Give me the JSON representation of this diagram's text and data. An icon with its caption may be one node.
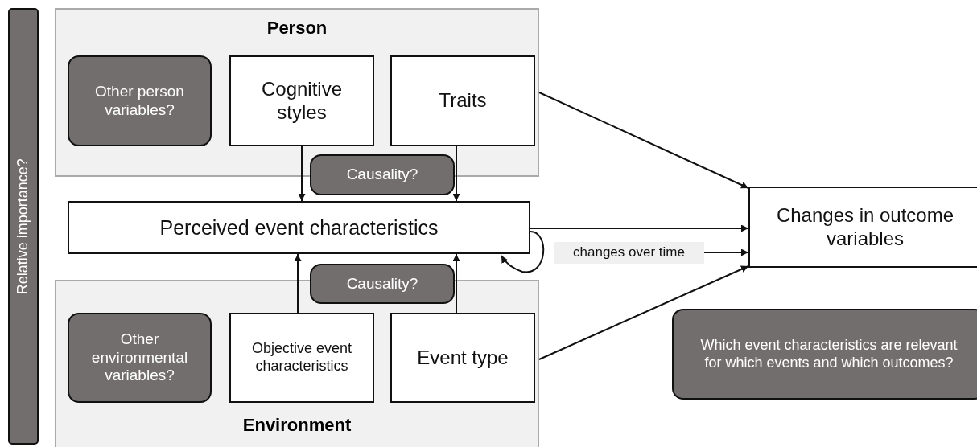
{
  "diagram": {
    "nodes": [
      {
        "text": [
          "Relative importance?"
        ]
      },
      {
        "text": [
          "Person"
        ]
      },
      {
        "text": [
          "Other person variables?"
        ],
        "in": 1
      },
      {
        "text": [
          "Cognitive styles"
        ],
        "in": 1
      },
      {
        "text": [
          "Traits"
        ],
        "in": 1
      },
      {
        "text": [
          "Causality?"
        ]
      },
      {
        "text": [
          "Perceived event characteristics"
        ]
      },
      {
        "text": [
          "Causality?"
        ]
      },
      {
        "text": [
          "Environment"
        ]
      },
      {
        "text": [
          "Other environmental variables?"
        ],
        "in": 8
      },
      {
        "text": [
          "Objective event characteristics"
        ],
        "in": 8
      },
      {
        "text": [
          "Event type"
        ],
        "in": 8
      },
      {
        "text": [
          "Changes in outcome variables"
        ]
      },
      {
        "text": [
          "Which event characteristics are relevant for which events and which outcomes?"
        ]
      },
      {
        "text": [
          "changes over time"
        ]
      }
    ],
    "edges": [
      {
        "from": 3,
        "to": 6,
        "arrow": "to"
      },
      {
        "from": 4,
        "to": 6,
        "arrow": "to"
      },
      {
        "from": 10,
        "to": 6,
        "arrow": "to"
      },
      {
        "from": 11,
        "to": 6,
        "arrow": "to"
      },
      {
        "from": 1,
        "to": 12,
        "arrow": "to"
      },
      {
        "from": 6,
        "to": 12,
        "arrow": "to"
      },
      {
        "from": 14,
        "to": 12,
        "arrow": "to"
      },
      {
        "from": 8,
        "to": 12,
        "arrow": "to"
      },
      {
        "from": 6,
        "to": 6,
        "arrow": "to"
      }
    ]
  }
}
